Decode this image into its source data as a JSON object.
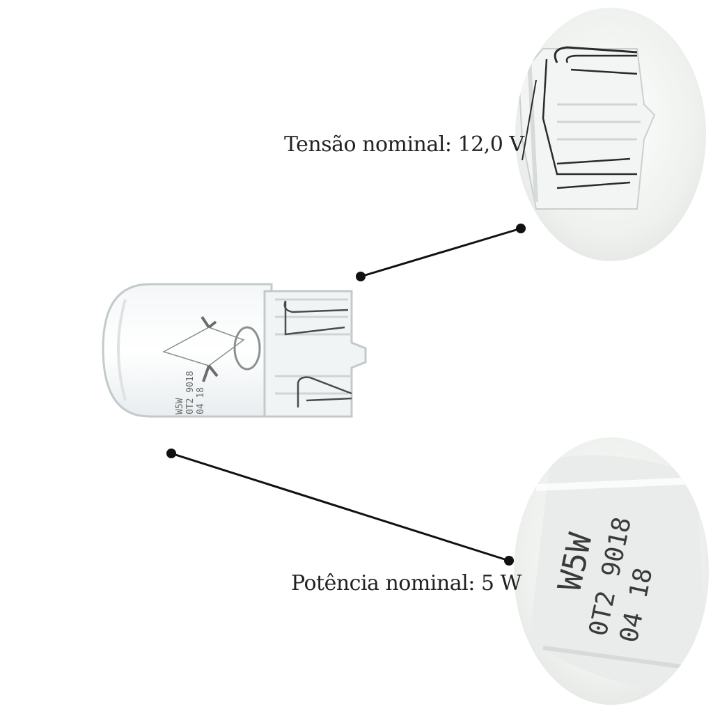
{
  "callouts": {
    "voltage": "Tensão nominal: 12,0 V",
    "power": "Potência nominal: 5 W"
  },
  "bulb_marking": {
    "line1": "W5W",
    "line2": "0T2 9018",
    "line3": "04 18"
  },
  "colors": {
    "background": "#ffffff",
    "glass": "#e9eef0",
    "filament_wire": "#2a2a2a",
    "connector_line": "#111111",
    "text": "#222222"
  }
}
